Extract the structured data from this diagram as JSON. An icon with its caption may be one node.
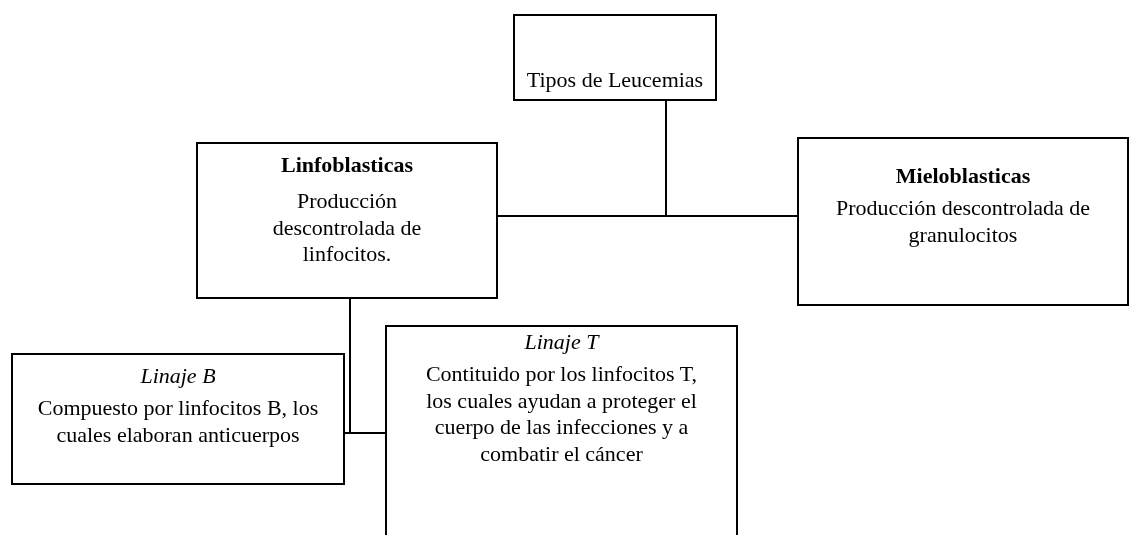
{
  "diagram": {
    "nodes": [
      {
        "text": [
          "Tipos de Leucemias"
        ]
      },
      {
        "text": [
          "Linfoblasticas",
          "Producción descontrolada de linfocitos."
        ]
      },
      {
        "text": [
          "Mieloblasticas",
          "Producción descontrolada de granulocitos"
        ]
      },
      {
        "text": [
          "Linaje B",
          "Compuesto por linfocitos B, los cuales elaboran anticuerpos"
        ]
      },
      {
        "text": [
          "Linaje T",
          "Contituido por los linfocitos T, los cuales ayudan a proteger el cuerpo de las infecciones y a combatir el cáncer"
        ]
      }
    ],
    "edges": [
      {
        "from": 0,
        "to": 1,
        "arrow": "none"
      },
      {
        "from": 0,
        "to": 2,
        "arrow": "none"
      },
      {
        "from": 1,
        "to": 3,
        "arrow": "none"
      },
      {
        "from": 1,
        "to": 4,
        "arrow": "none"
      }
    ]
  }
}
